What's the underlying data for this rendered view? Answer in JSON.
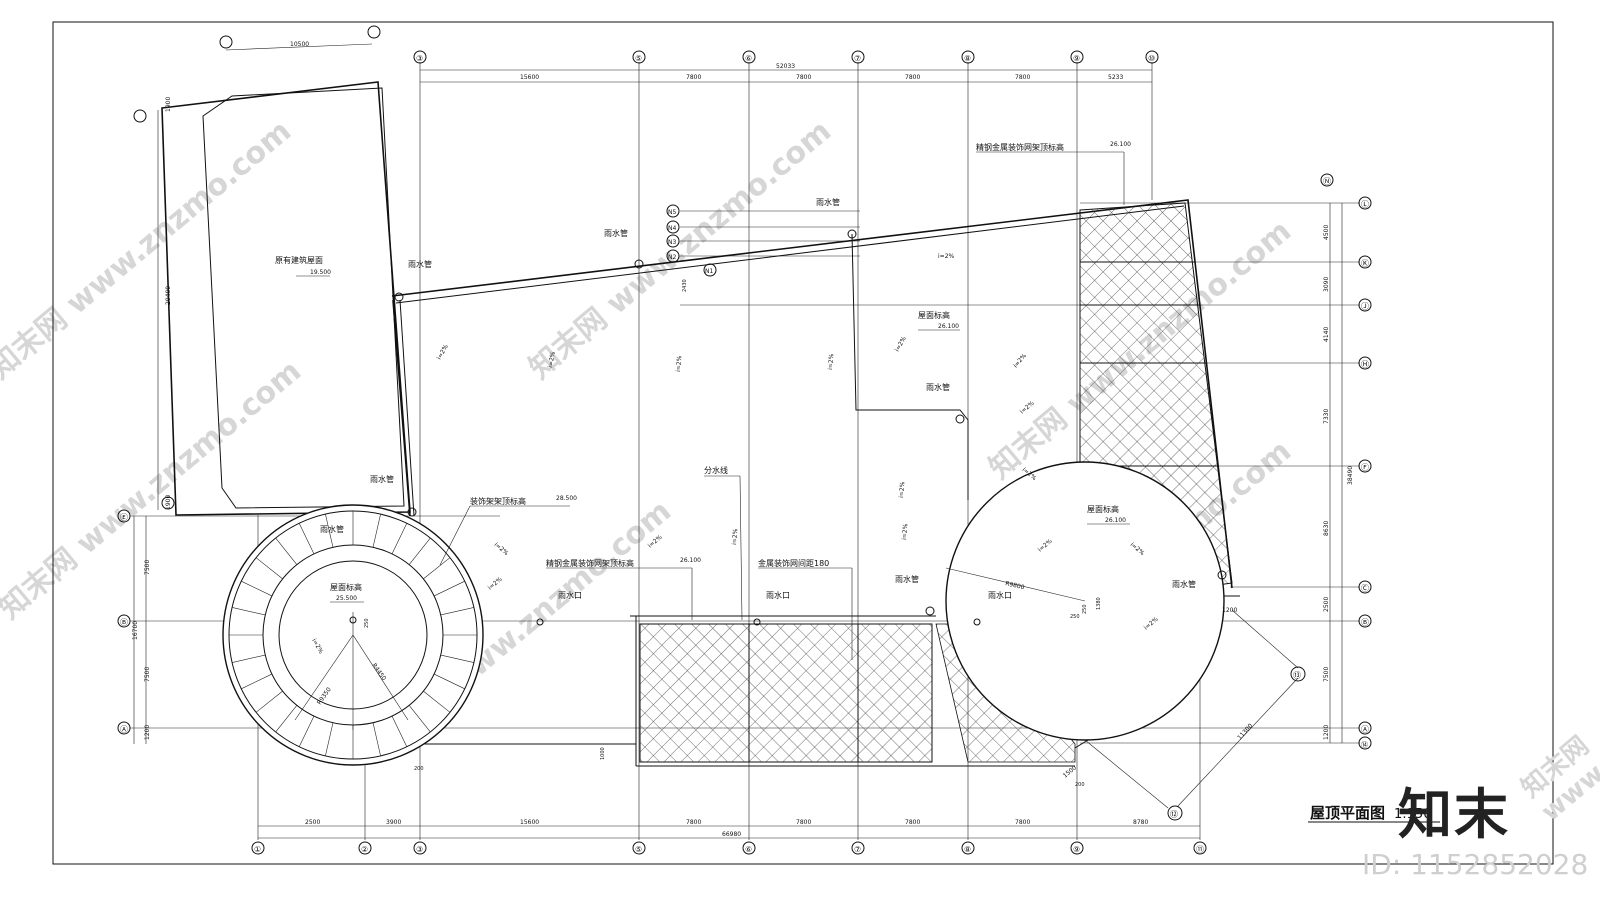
{
  "drawing": {
    "title": "屋顶平面图",
    "scale": "1:150"
  },
  "grid_columns": [
    "①",
    "②",
    "③",
    "⑤",
    "⑥",
    "⑦",
    "⑧",
    "⑨",
    "⑩",
    "⑪"
  ],
  "grid_rows": [
    "Ⓛ",
    "Ⓚ",
    "Ⓙ",
    "Ⓗ",
    "Ⓕ",
    "Ⓒ",
    "Ⓑ",
    "Ⓐ",
    "Ⓔ",
    "Ⓑ",
    "Ⓐ",
    "Ⓝ",
    "N1",
    "N2",
    "N3",
    "N4",
    "N5",
    "⑫",
    "⑬",
    "⑭"
  ],
  "dimensions_top": [
    "15600",
    "7800",
    "7800",
    "7800",
    "7800",
    "5233"
  ],
  "dimension_top_total": "52033",
  "dimension_existing": "10500",
  "dimensions_bottom": [
    "2500",
    "3900",
    "15600",
    "7800",
    "7800",
    "7800",
    "7800",
    "8780"
  ],
  "dimension_bottom_total": "66980",
  "dimensions_left": [
    "7500",
    "7500",
    "1200"
  ],
  "dimension_left_total": "16700",
  "dimension_left_old": [
    "29400",
    "1900",
    "1900"
  ],
  "dimensions_right": [
    "4500",
    "3090",
    "4140",
    "7330",
    "8630",
    "2500",
    "7500",
    "1200"
  ],
  "dimension_right_total": "38490",
  "labels": {
    "existing_roof": "原有建筑屋面",
    "existing_elev": "19.500",
    "rain_pipe": "雨水管",
    "roof_elev_label": "屋面标高",
    "roof_elev": "26.100",
    "frame_top_label": "装饰架架顶标高",
    "frame_top_elev": "28.500",
    "steel_net_label": "精钢金属装饰网架顶标高",
    "steel_net_elev": "26.100",
    "metal_net_spacing": "金属装饰网间距180",
    "drain_outlet": "雨水口",
    "ridge_line": "分水线",
    "slope": "i=2%",
    "left_roof_elev": "25.500",
    "left_radius": "R9350",
    "left_radius2": "R4450",
    "right_radius": "R9800",
    "dim_2430": "2430",
    "dim_1200": "1200",
    "dim_1500": "1500",
    "dim_11300": "11300",
    "dim_250": "250",
    "dim_200": "200",
    "dim_1380": "1380",
    "dim_1000": "1000"
  },
  "watermark": "知末网 www.znzmo.com",
  "logo": "知末",
  "id_text": "ID: 1152852028"
}
